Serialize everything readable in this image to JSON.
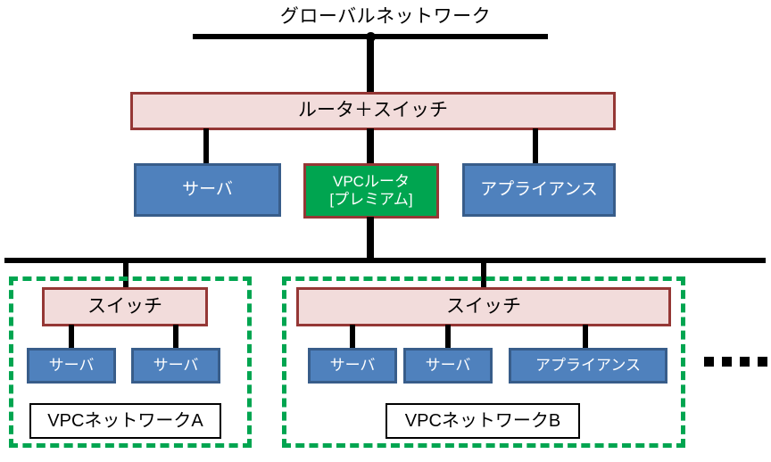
{
  "diagram": {
    "title": "グローバルネットワーク",
    "type": "network-topology-diagram",
    "colors": {
      "switch_fill": "#f2dcdb",
      "switch_border": "#953735",
      "device_fill": "#4f81bd",
      "device_border": "#385d8a",
      "vpc_router_fill": "#00a550",
      "vpc_router_border": "#953735",
      "vpc_zone_border": "#00a550",
      "line": "#000000",
      "label_fill": "#ffffff",
      "label_border": "#000000"
    }
  },
  "core": {
    "router_switch_label": "ルータ＋スイッチ",
    "server_label": "サーバ",
    "vpc_router_label": "VPCルータ\n[プレミアム]",
    "appliance_label": "アプライアンス"
  },
  "vpc_a": {
    "switch_label": "スイッチ",
    "zone_label": "VPCネットワークA",
    "devices": [
      {
        "label": "サーバ"
      },
      {
        "label": "サーバ"
      }
    ]
  },
  "vpc_b": {
    "switch_label": "スイッチ",
    "zone_label": "VPCネットワークB",
    "devices": [
      {
        "label": "サーバ"
      },
      {
        "label": "サーバ"
      },
      {
        "label": "アプライアンス"
      }
    ]
  },
  "more_indicator": {
    "name": "ellipsis-dots",
    "count": 5
  }
}
